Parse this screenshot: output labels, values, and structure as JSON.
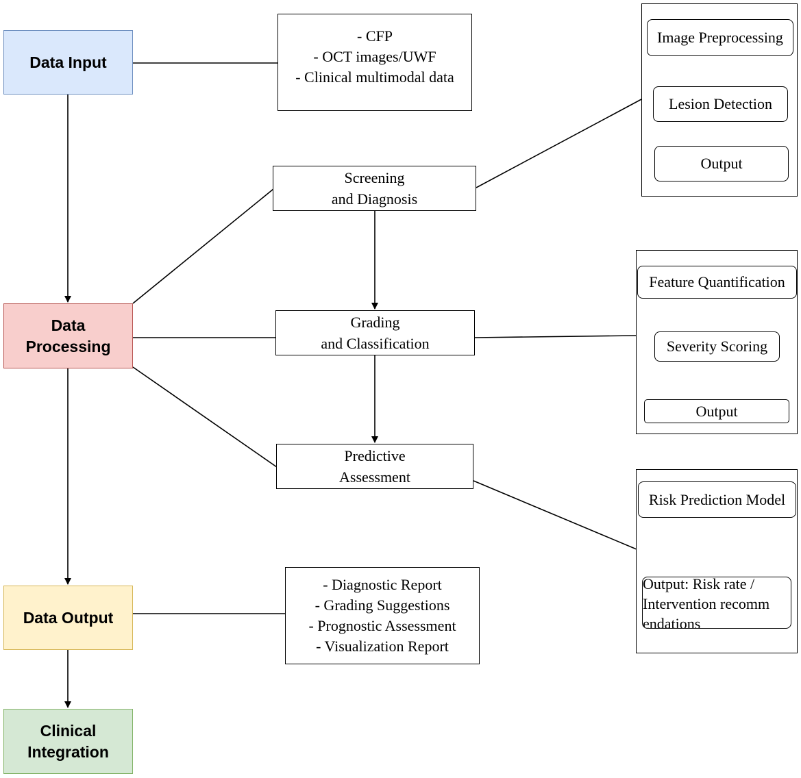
{
  "pipeline": {
    "data_input": "Data Input",
    "data_processing": [
      "Data",
      "Processing"
    ],
    "data_output": "Data Output",
    "clinical_integration": [
      "Clinical",
      "Integration"
    ]
  },
  "input_sources": [
    "-  CFP",
    "- OCT images/UWF",
    "- Clinical multimodal data"
  ],
  "processing_tasks": {
    "screening": [
      "Screening",
      "and Diagnosis"
    ],
    "grading": [
      "Grading",
      "and Classification"
    ],
    "predictive": [
      "Predictive",
      "Assessment"
    ]
  },
  "screening_steps": [
    "Image Preprocessing",
    "Lesion Detection",
    "Output"
  ],
  "grading_steps": [
    "Feature Quantification",
    "Severity Scoring",
    "Output"
  ],
  "predictive_steps": {
    "model": "Risk Prediction Model",
    "output": [
      "Output: Risk rate /",
      "Intervention recomm",
      "endations"
    ]
  },
  "output_items": [
    "- Diagnostic Report",
    "- Grading Suggestions",
    "- Prognostic Assessment",
    "- Visualization Report"
  ],
  "colors": {
    "input_fill": "#dae8fc",
    "input_border": "#6c8ebf",
    "processing_fill": "#f8cecc",
    "processing_border": "#b85450",
    "output_fill": "#fff2cc",
    "output_border": "#d6b656",
    "integration_fill": "#d5e8d4",
    "integration_border": "#82b366"
  }
}
